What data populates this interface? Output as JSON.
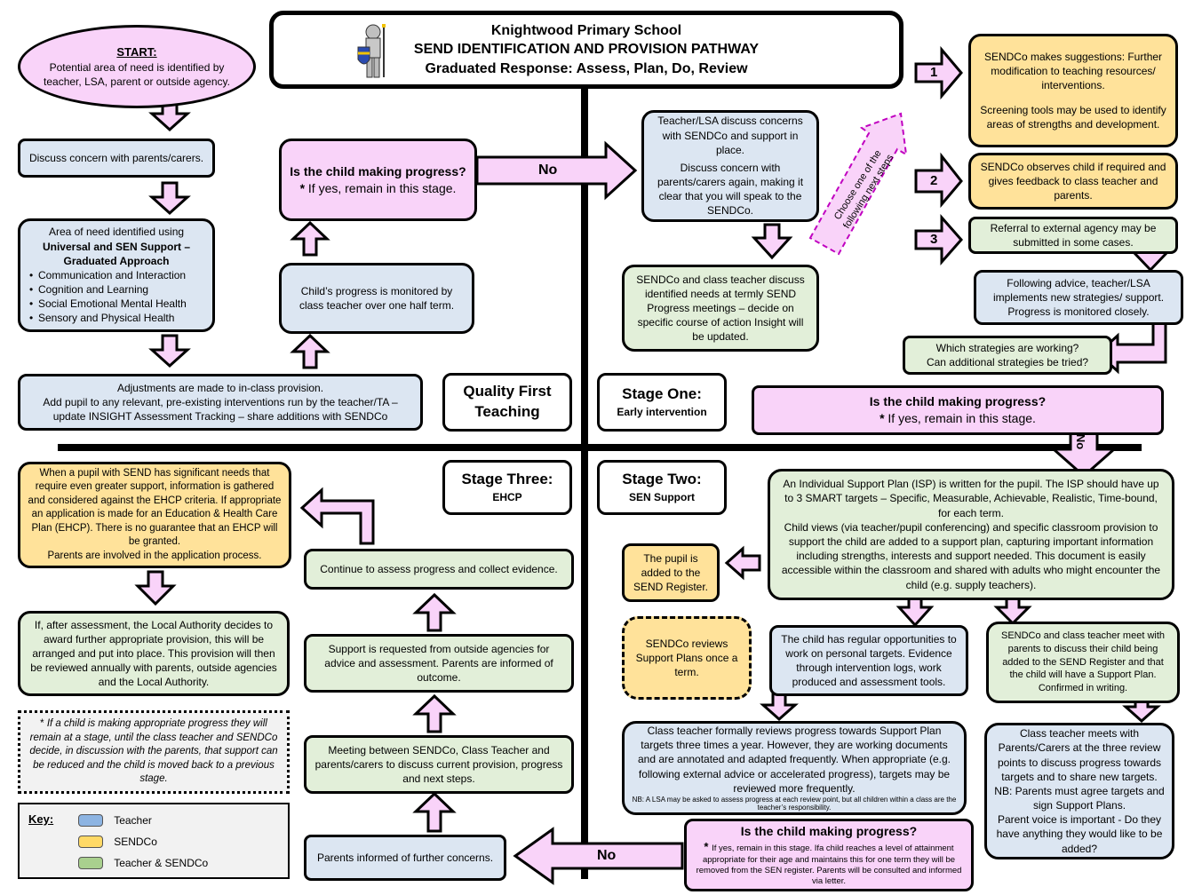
{
  "header": {
    "school": "Knightwood Primary School",
    "title": "SEND IDENTIFICATION AND PROVISION PATHWAY",
    "subtitle": "Graduated Response: Assess, Plan, Do, Review",
    "logo_icon": "knight-icon"
  },
  "start": {
    "title": "START:",
    "text": "Potential area of need is identified by teacher, LSA, parent or outside agency."
  },
  "qft": {
    "discuss": "Discuss concern with parents/carers.",
    "area_intro": "Area of need identified using",
    "area_bold": "Universal and SEN Support – Graduated Approach",
    "area_items": [
      "Communication and Interaction",
      "Cognition and Learning",
      "Social Emotional Mental Health",
      "Sensory and Physical Health"
    ],
    "adjust_1": "Adjustments are made to in-class provision.",
    "adjust_2": "Add pupil to any relevant, pre-existing interventions run by the teacher/TA – update INSIGHT Assessment Tracking – share additions with SENDCo",
    "monitored": "Child’s progress is monitored by class teacher over one half term.",
    "question": "Is the child making progress?",
    "question_note": "If yes, remain in this stage.",
    "no_label": "No"
  },
  "labels": {
    "qft_1": "Quality First",
    "qft_2": "Teaching",
    "s1_title": "Stage One:",
    "s1_sub": "Early intervention",
    "s2_title": "Stage Two:",
    "s2_sub": "SEN Support",
    "s3_title": "Stage Three:",
    "s3_sub": "EHCP"
  },
  "stage1": {
    "discuss_1": "Teacher/LSA discuss concerns with SENDCo and support in place.",
    "discuss_2": "Discuss concern with parents/carers again, making it clear that you will speak to the SENDCo.",
    "choose": "Choose one of the following next steps",
    "meeting": "SENDCo and class teacher discuss identified needs at termly SEND Progress meetings – decide on specific course of action Insight will be updated.",
    "step1_num": "1",
    "step1_a": "SENDCo makes suggestions: Further modification to teaching resources/ interventions.",
    "step1_b": "Screening tools may be used to identify areas of strengths and development.",
    "step2_num": "2",
    "step2": "SENDCo observes child if required and gives feedback to class teacher and parents.",
    "step3_num": "3",
    "step3": "Referral to external agency may be submitted in some cases.",
    "following": "Following advice, teacher/LSA implements new strategies/ support. Progress is monitored closely.",
    "which_1": "Which strategies are working?",
    "which_2": "Can additional strategies be tried?",
    "question": "Is the child making progress?",
    "question_note": "If yes, remain in this stage.",
    "no_label": "No"
  },
  "stage2": {
    "isp_1": "An Individual Support Plan (ISP) is written for the pupil. The ISP should have up to 3 SMART targets – Specific, Measurable, Achievable, Realistic, Time-bound, for each term.",
    "isp_2": "Child views (via teacher/pupil conferencing) and specific classroom provision to support the child are added to a support plan, capturing important information including strengths, interests and support needed. This document is easily accessible within the classroom and shared with adults who might encounter the child (e.g. supply teachers).",
    "register": "The pupil is added to the SEND Register.",
    "reviews": "SENDCo reviews Support Plans once a term.",
    "opportunities": "The child has regular opportunities to work on personal targets. Evidence through intervention logs, work produced and assessment tools.",
    "meet_parents": "SENDCo and class teacher meet with parents to discuss their child being added to the SEND Register and that the child will have a Support Plan. Confirmed in writing.",
    "formal_review": "Class teacher formally reviews progress towards Support Plan targets three times a year. However, they are working documents and are annotated and adapted frequently. When appropriate (e.g. following external advice or accelerated progress), targets may be reviewed more frequently.",
    "formal_nb": "NB: A LSA may be asked to assess progress at each review point, but all children within a class are the teacher’s responsibility.",
    "three_points_1": "Class teacher meets with Parents/Carers at the three review points to discuss progress towards targets and to share new targets.",
    "three_points_2": "NB: Parents must agree targets and sign Support Plans.",
    "three_points_3": "Parent voice is important - Do they have anything they would like to be added?",
    "question": "Is the child making progress?",
    "question_note": "If yes, remain in this stage. Ifa child reaches a level of attainment appropriate for their age and maintains this for one term they will be removed from the SEN register. Parents will be consulted and informed via letter.",
    "no_label": "No"
  },
  "stage3": {
    "ehcp": "When a pupil with SEND has significant needs that require even greater support, information is gathered and considered against the EHCP criteria. If appropriate an application is made for an Education & Health Care Plan (EHCP). There is no guarantee that an EHCP will be granted.",
    "ehcp_2": "Parents are involved in the application process.",
    "la": "If, after assessment, the Local Authority decides to award further appropriate provision, this will be arranged and put into place. This provision will then be reviewed annually with parents, outside agencies and the Local Authority.",
    "continue": "Continue to assess progress and collect evidence.",
    "support": "Support is requested from outside agencies for advice and assessment. Parents are informed of outcome.",
    "meeting": "Meeting between SENDCo, Class Teacher and parents/carers to discuss current provision, progress and next steps.",
    "informed": "Parents informed of further concerns."
  },
  "note": {
    "star": "*",
    "text": "If a child is making appropriate progress they will remain at a stage, until the class teacher and SENDCo decide, in discussion with the parents, that support can be reduced and the child is moved back to a previous stage."
  },
  "key": {
    "title": "Key:",
    "items": [
      {
        "label": "Teacher",
        "color": "#8db4e2"
      },
      {
        "label": "SENDCo",
        "color": "#ffd966"
      },
      {
        "label": "Teacher & SENDCo",
        "color": "#a9d08e"
      }
    ]
  },
  "colors": {
    "teacher_box": "#dce6f2",
    "sendco_box": "#ffe29a",
    "both_box": "#e2efd9",
    "question_box": "#f9d3f9",
    "arrow_fill": "#f9d3f9"
  }
}
